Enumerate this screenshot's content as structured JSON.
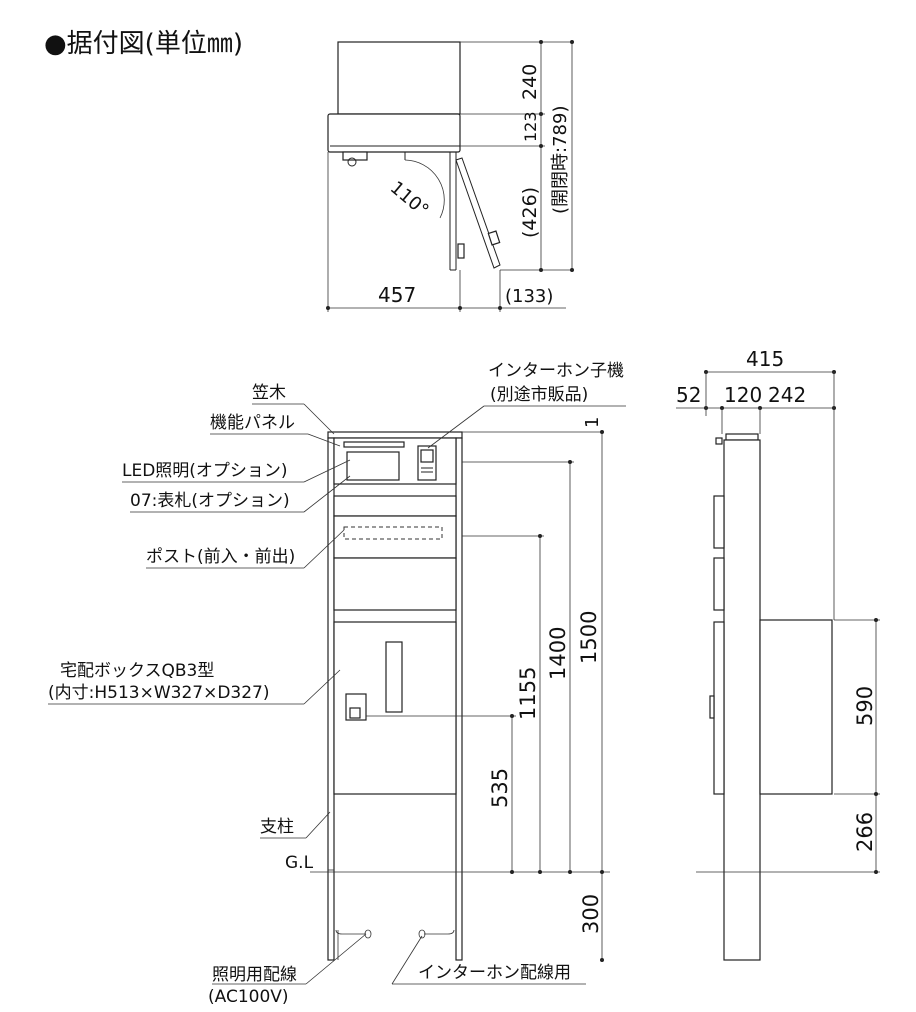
{
  "title": "●据付図(単位㎜)",
  "top_view": {
    "dims": [
      "240",
      "123",
      "(426)",
      "(開閉時:789)",
      "457",
      "(133)"
    ],
    "angle": "110°"
  },
  "front_view": {
    "labels": [
      "笠木",
      "機能パネル",
      "LED照明(オプション)",
      "07:表札(オプション)",
      "ポスト(前入・前出)",
      "宅配ボックスQB3型",
      "(内寸:H513×W327×D327)",
      "支柱",
      "G.L",
      "照明用配線",
      "(AC100V)",
      "インターホン配線用",
      "インターホン子機",
      "(別途市販品)"
    ],
    "dims": [
      "1",
      "1500",
      "1400",
      "1155",
      "535",
      "300"
    ]
  },
  "side_view": {
    "dims": [
      "415",
      "52",
      "120",
      "242",
      "590",
      "266"
    ]
  }
}
